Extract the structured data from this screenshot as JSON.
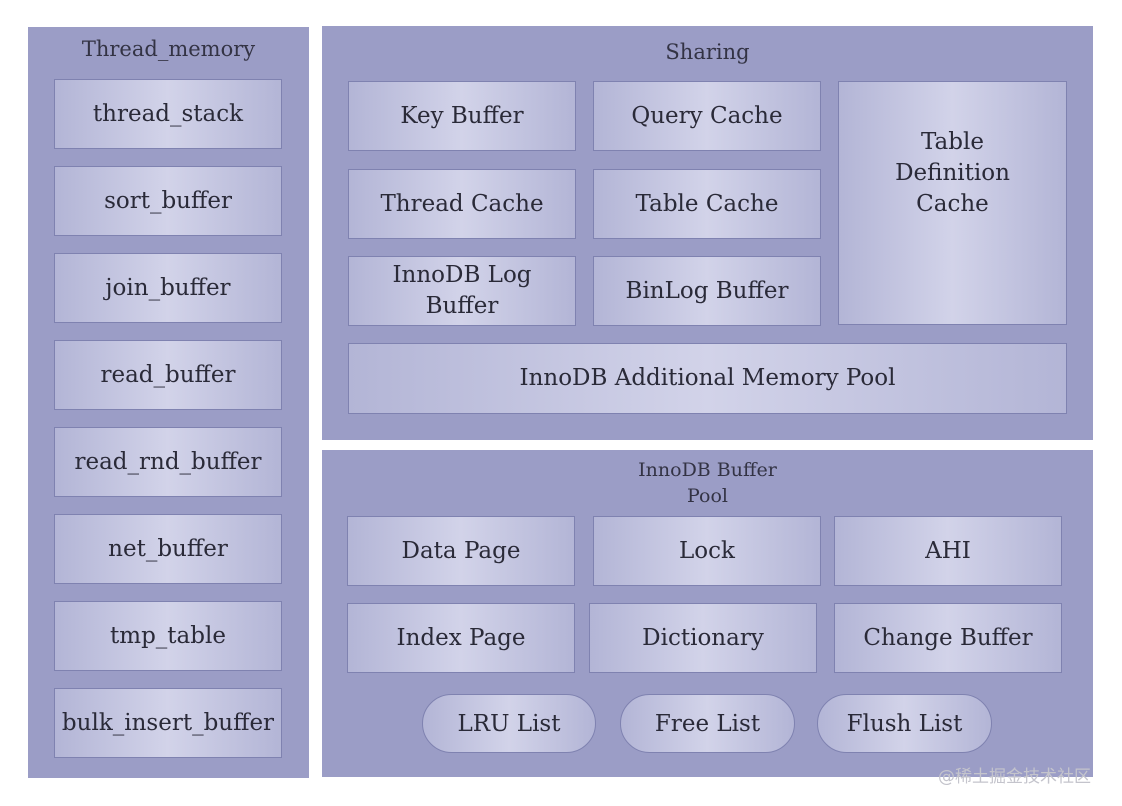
{
  "thread_memory": {
    "title": "Thread_memory",
    "items": [
      "thread_stack",
      "sort_buffer",
      "join_buffer",
      "read_buffer",
      "read_rnd_buffer",
      "net_buffer",
      "tmp_table",
      "bulk_insert_buffer"
    ]
  },
  "sharing": {
    "title": "Sharing",
    "key_buffer": "Key Buffer",
    "query_cache": "Query Cache",
    "thread_cache": "Thread Cache",
    "table_cache": "Table Cache",
    "innodb_log_buffer": "InnoDB Log\nBuffer",
    "binlog_buffer": "BinLog Buffer",
    "table_definition_cache": "Table\nDefinition\nCache",
    "additional_pool": "InnoDB Additional Memory Pool"
  },
  "buffer_pool": {
    "title": "InnoDB Buffer\nPool",
    "data_page": "Data Page",
    "lock": "Lock",
    "ahi": "AHI",
    "index_page": "Index Page",
    "dictionary": "Dictionary",
    "change_buffer": "Change Buffer",
    "lru_list": "LRU List",
    "free_list": "Free List",
    "flush_list": "Flush List"
  },
  "watermark": "@稀土掘金技术社区"
}
